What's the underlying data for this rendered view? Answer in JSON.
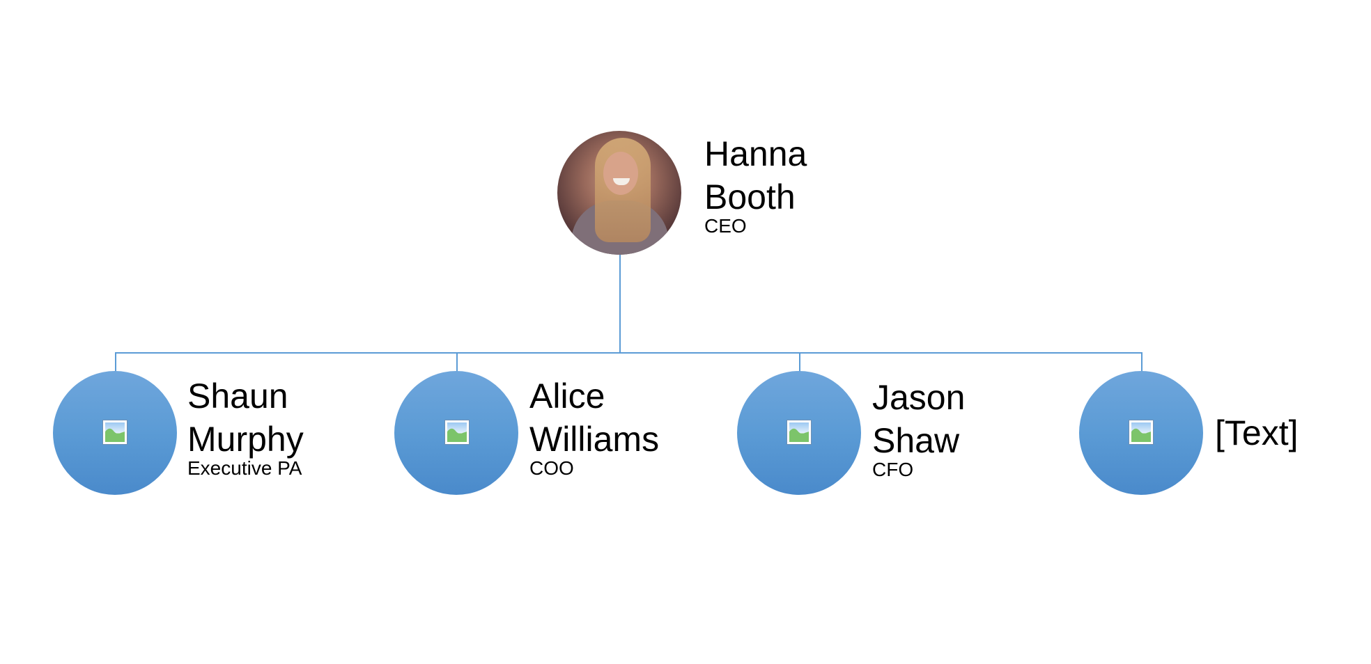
{
  "diagram": {
    "type": "org-chart",
    "connector_color": "#5b9bd5",
    "node_fill_color": "#5b9bd5",
    "root": {
      "name_line1": "Hanna",
      "name_line2": "Booth",
      "title": "CEO",
      "has_photo": true
    },
    "children": [
      {
        "name_line1": "Shaun",
        "name_line2": "Murphy",
        "title": "Executive PA",
        "icon": "picture-placeholder-icon"
      },
      {
        "name_line1": "Alice",
        "name_line2": "Williams",
        "title": "COO",
        "icon": "picture-placeholder-icon"
      },
      {
        "name_line1": "Jason",
        "name_line2": "Shaw",
        "title": "CFO",
        "icon": "picture-placeholder-icon"
      },
      {
        "placeholder_text": "[Text]",
        "icon": "picture-placeholder-icon"
      }
    ]
  }
}
